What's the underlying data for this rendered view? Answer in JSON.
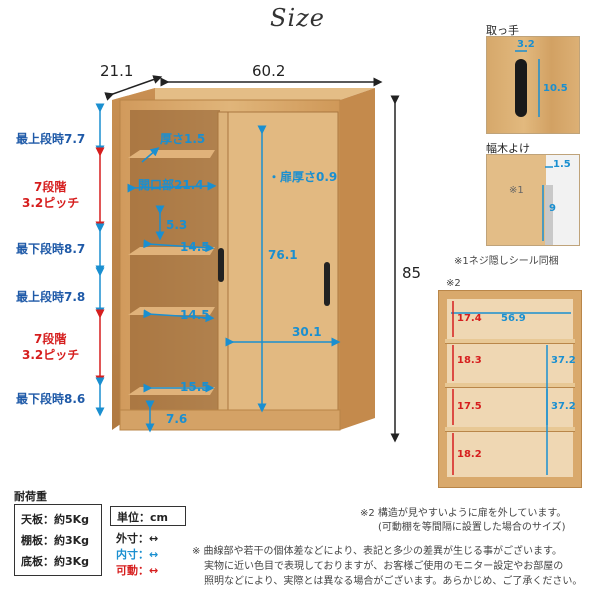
{
  "title": "Size",
  "main": {
    "width": "60.2",
    "depth": "21.1",
    "height": "85",
    "thickness": "厚さ1.5",
    "opening": "開口部21.4",
    "door_thickness": "・扉厚さ0.9",
    "inner_height": "76.1",
    "door_width": "30.1",
    "shelf_gap": "5.3",
    "shelf_depth_1": "14.5",
    "shelf_depth_2": "14.5",
    "bottom_depth": "15.5",
    "plinth": "7.6"
  },
  "left_dims": [
    {
      "text": "最上段時7.7",
      "color": "#1f5aa8"
    },
    {
      "text": "7段階",
      "color": "#d61e1e"
    },
    {
      "text": "3.2ピッチ",
      "color": "#d61e1e"
    },
    {
      "text": "最下段時8.7",
      "color": "#1f5aa8"
    },
    {
      "text": "最上段時7.8",
      "color": "#1f5aa8"
    },
    {
      "text": "7段階",
      "color": "#d61e1e"
    },
    {
      "text": "3.2ピッチ",
      "color": "#d61e1e"
    },
    {
      "text": "最下段時8.6",
      "color": "#1f5aa8"
    }
  ],
  "handle": {
    "title": "取っ手",
    "w": "3.2",
    "h": "10.5"
  },
  "baseboard": {
    "title": "幅木よけ",
    "w": "1.5",
    "h": "9",
    "mark": "※1",
    "note": "※1ネジ隠しシール同梱"
  },
  "interior": {
    "mark": "※2",
    "width": "56.9",
    "heights_left": [
      "17.4",
      "18.3",
      "17.5",
      "18.2"
    ],
    "heights_right": [
      "37.2",
      "37.2"
    ]
  },
  "load": {
    "title": "耐荷重",
    "rows": [
      "天板：約5Kg",
      "棚板：約3Kg",
      "底板：約3Kg"
    ]
  },
  "legend": {
    "unit": "単位：cm",
    "outer": "外寸：",
    "inner": "内寸：",
    "movable": "可動："
  },
  "notes": {
    "note2_line1": "※2 構造が見やすいように扉を外しています。",
    "note2_line2": "(可動棚を等間隔に設置した場合のサイズ)",
    "disclaimer_1": "※ 曲線部や若干の個体差などにより、表記と多少の差異が生じる事がございます。",
    "disclaimer_2": "実物に近い色目で表現しておりますが、お客様ご使用のモニター設定やお部屋の",
    "disclaimer_3": "照明などにより、実際とは異なる場合がございます。あらかじめ、ご了承ください。"
  }
}
